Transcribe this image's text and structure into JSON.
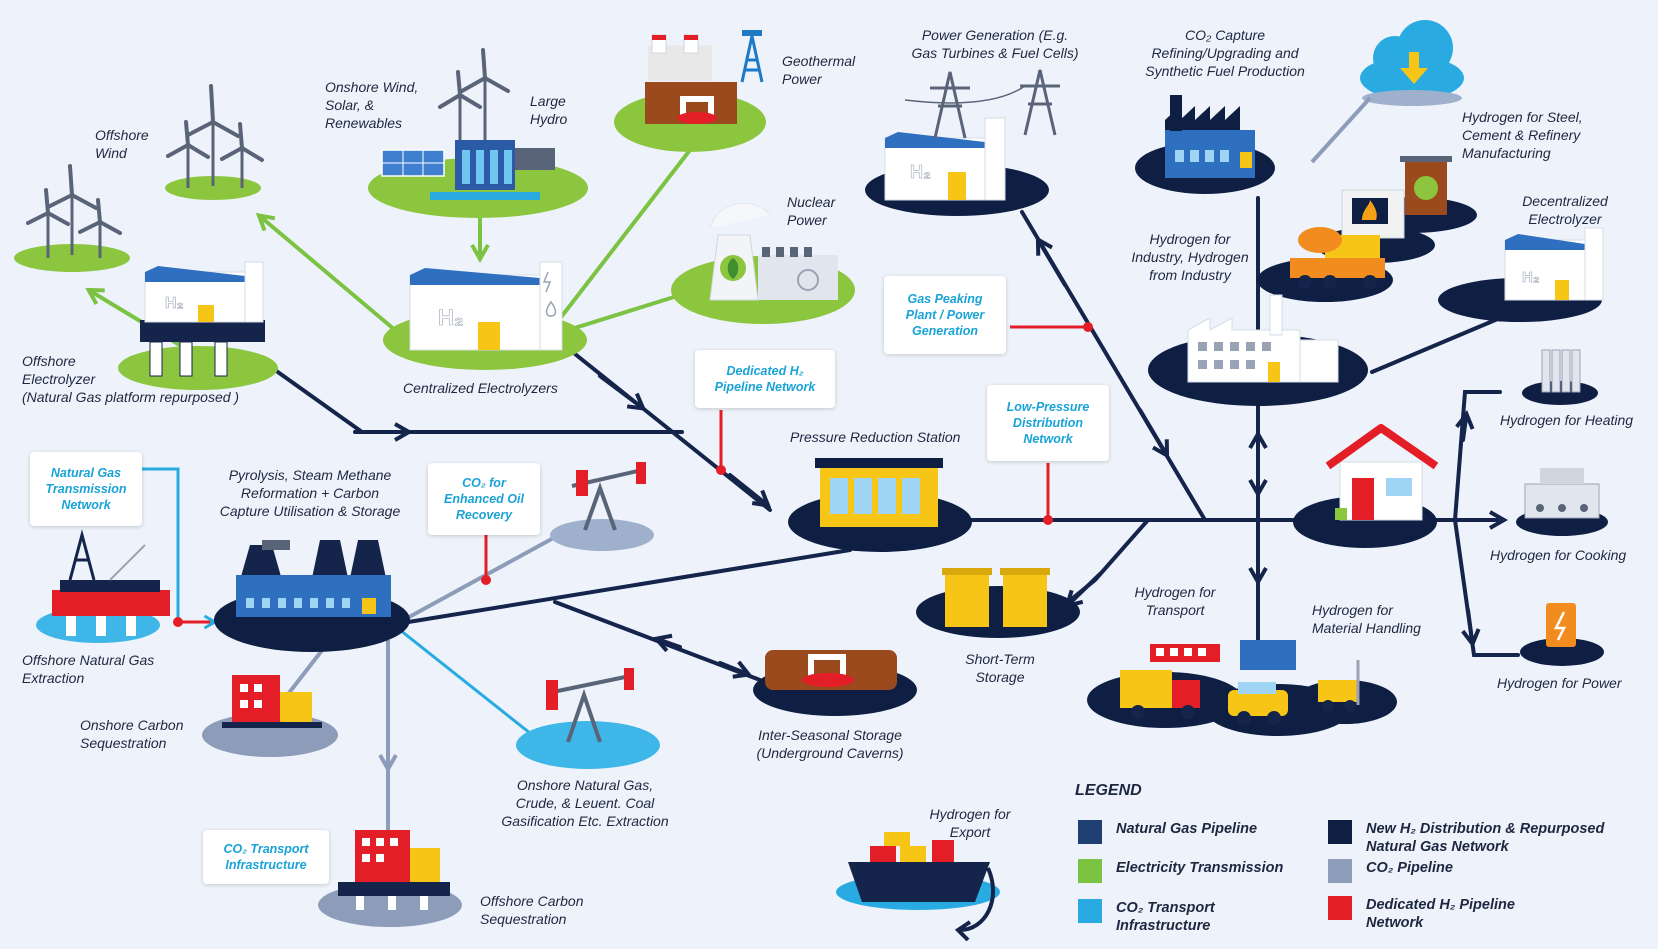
{
  "labels": {
    "offshore_wind": "Offshore\nWind",
    "onshore_wind": "Onshore Wind,\nSolar, &\nRenewables",
    "large_hydro": "Large\nHydro",
    "geothermal": "Geothermal\nPower",
    "nuclear": "Nuclear\nPower",
    "power_generation": "Power Generation (E.g.\nGas Turbines & Fuel Cells)",
    "co2_capture": "CO₂ Capture\nRefining/Upgrading and\nSynthetic Fuel Production",
    "hydrogen_steel": "Hydrogen for Steel,\nCement & Refinery\nManufacturing",
    "decentralized_electrolyzer": "Decentralized\nElectrolyzer",
    "hydrogen_industry": "Hydrogen for\nIndustry, Hydrogen\nfrom Industry",
    "offshore_electrolyzer": "Offshore\nElectrolyzer\n(Natural Gas platform repurposed )",
    "centralized_electrolyzers": "Centralized Electrolyzers",
    "pressure_reduction": "Pressure Reduction Station",
    "hydrogen_heating": "Hydrogen for Heating",
    "hydrogen_cooking": "Hydrogen for Cooking",
    "hydrogen_power": "Hydrogen for Power",
    "pyrolysis": "Pyrolysis, Steam Methane\nReformation + Carbon\nCapture Utilisation & Storage",
    "offshore_gas_extraction": "Offshore Natural Gas\nExtraction",
    "onshore_carbon": "Onshore Carbon\nSequestration",
    "offshore_carbon": "Offshore Carbon\nSequestration",
    "onshore_gas": "Onshore Natural Gas,\nCrude, & Leuent. Coal\nGasification Etc. Extraction",
    "inter_seasonal": "Inter-Seasonal Storage\n(Underground Caverns)",
    "short_term_storage": "Short-Term\nStorage",
    "hydrogen_transport": "Hydrogen for\nTransport",
    "hydrogen_material": "Hydrogen for\nMaterial Handling",
    "hydrogen_export": "Hydrogen for\nExport"
  },
  "callouts": {
    "gas_peaking": "Gas Peaking\nPlant / Power\nGeneration",
    "dedicated_h2": "Dedicated H₂\nPipeline Network",
    "low_pressure": "Low-Pressure\nDistribution\nNetwork",
    "natural_gas_transmission": "Natural Gas\nTransmission\nNetwork",
    "co2_eor": "CO₂ for\nEnhanced Oil\nRecovery",
    "co2_transport": "CO₂ Transport\nInfrastructure"
  },
  "icon_text": {
    "h2": "H₂"
  },
  "legend": {
    "title": "LEGEND",
    "items": [
      {
        "label": "Natural Gas Pipeline",
        "color": "#1f3f73"
      },
      {
        "label": "Electricity Transmission",
        "color": "#7cc243"
      },
      {
        "label": "CO₂ Transport\nInfrastructure",
        "color": "#29abe2"
      },
      {
        "label": "New H₂ Distribution & Repurposed\nNatural Gas Network",
        "color": "#0f1f44"
      },
      {
        "label": "CO₂ Pipeline",
        "color": "#8d9cb8"
      },
      {
        "label": "Dedicated H₂ Pipeline\nNetwork",
        "color": "#e41e26"
      }
    ]
  },
  "colors": {
    "h2_network": "#14244a",
    "electricity": "#7cc243",
    "co2_pipeline": "#8d9cb8",
    "co2_transport": "#29abe2",
    "dedicated_h2": "#e41e26",
    "platform_navy": "#0f1f44",
    "platform_green": "#8cc63f",
    "platform_grey": "#8d9cb8",
    "platform_blue": "#3fb6e8",
    "building_blue": "#2f6fbf",
    "accent_yellow": "#f6c516",
    "accent_red": "#e41e26"
  }
}
